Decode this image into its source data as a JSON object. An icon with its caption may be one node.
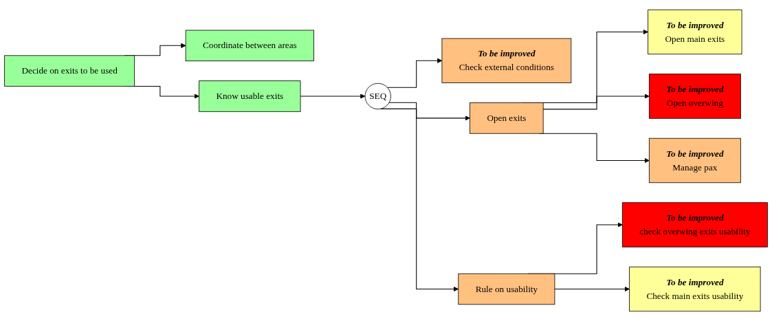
{
  "diagram": {
    "nodes": [
      {
        "text": [
          "Decide on exits to be used"
        ]
      },
      {
        "text": [
          "Coordinate between areas"
        ]
      },
      {
        "text": [
          "Know usable exits"
        ]
      },
      {
        "text": [
          "SEQ"
        ]
      },
      {
        "text": [
          "To be improved",
          "Check external conditions"
        ]
      },
      {
        "text": [
          "Open exits"
        ]
      },
      {
        "text": [
          "Rule on usability"
        ]
      },
      {
        "text": [
          "To be improved",
          "Open main exits"
        ]
      },
      {
        "text": [
          "To be improved",
          "Open overwing"
        ]
      },
      {
        "text": [
          "To be improved",
          "Manage pax"
        ]
      },
      {
        "text": [
          "To be improved",
          "check overwing exits usability"
        ]
      },
      {
        "text": [
          "To be improved",
          "Check main exits usability"
        ]
      }
    ],
    "edges": [
      {
        "from": 0,
        "to": 1,
        "arrow": "to"
      },
      {
        "from": 0,
        "to": 2,
        "arrow": "to"
      },
      {
        "from": 2,
        "to": 3,
        "arrow": "to"
      },
      {
        "from": 3,
        "to": 4,
        "arrow": "to"
      },
      {
        "from": 3,
        "to": 5,
        "arrow": "to"
      },
      {
        "from": 3,
        "to": 6,
        "arrow": "to"
      },
      {
        "from": 5,
        "to": 7,
        "arrow": "to"
      },
      {
        "from": 5,
        "to": 8,
        "arrow": "to"
      },
      {
        "from": 5,
        "to": 9,
        "arrow": "to"
      },
      {
        "from": 6,
        "to": 10,
        "arrow": "to"
      },
      {
        "from": 6,
        "to": 11,
        "arrow": "to"
      }
    ]
  }
}
